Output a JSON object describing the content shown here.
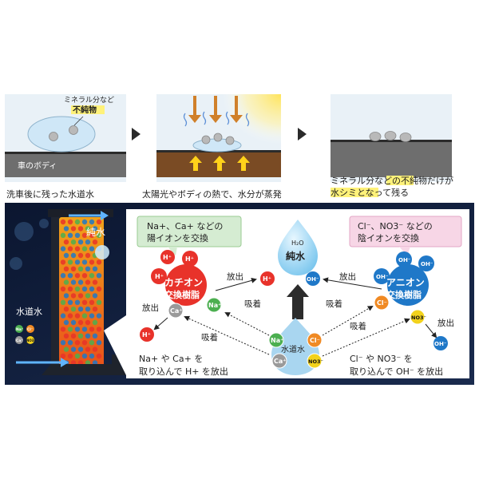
{
  "top": {
    "step1_label": "ミネラル分など",
    "step1_label2": "不純物",
    "step1_ground": "車のボディ",
    "step1_caption": "洗車後に残った水道水",
    "step2_caption": "太陽光やボディの熱で、水分が蒸発",
    "step3_caption1": "ミネラル分などの不純物だけが",
    "step3_caption2": "水シミとなって残る"
  },
  "bottom": {
    "pure_water_side": "純水",
    "tap_water_side": "水道水",
    "cation": {
      "name1": "カチオン",
      "name2": "交換樹脂",
      "bubble1": "Na+、Ca+ などの",
      "bubble2": "陽イオンを交換",
      "note1": "Na+ や Ca+ を",
      "note2": "取り込んで H+ を放出"
    },
    "anion": {
      "name1": "アニオン",
      "name2": "交換樹脂",
      "bubble1": "Cl⁻、NO3⁻ などの",
      "bubble2": "陰イオンを交換",
      "note1": "Cl⁻ や NO3⁻ を",
      "note2": "取り込んで OH⁻ を放出"
    },
    "center": {
      "pure": "純水",
      "h2o": "H₂O",
      "tap": "水道水"
    },
    "verbs": {
      "release": "放出",
      "adsorb": "吸着"
    },
    "ions": {
      "h": "H⁺",
      "oh": "OH⁻",
      "na": "Na⁺",
      "ca": "Ca⁺",
      "cl": "Cl⁻",
      "no3": "NO3⁻"
    }
  },
  "colors": {
    "dark_bg": "#0e1a33",
    "cation_red": "#e8322a",
    "anion_blue": "#1f78c8",
    "na_green": "#4caf50",
    "ca_gray": "#9a9a9a",
    "cl_orange": "#f08a24",
    "no3_yellow": "#f2d21c",
    "water_blue": "#8fd0f2",
    "highlight_yellow": "#fff27a"
  }
}
